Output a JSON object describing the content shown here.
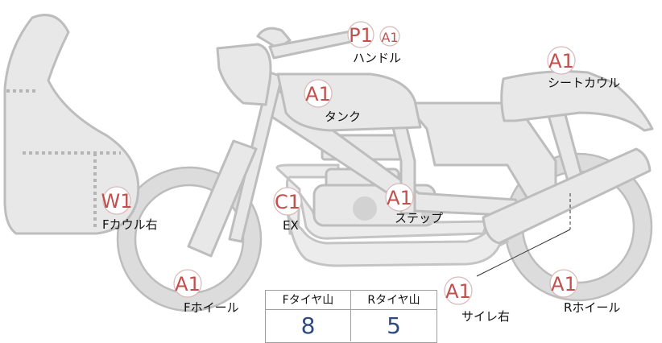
{
  "markers": [
    {
      "id": "handle-p1",
      "code": "P1",
      "part": "ハンドル"
    },
    {
      "id": "handle-a1",
      "code": "A1",
      "part": ""
    },
    {
      "id": "tank",
      "code": "A1",
      "part": "タンク"
    },
    {
      "id": "seat-cowl",
      "code": "A1",
      "part": "シートカウル"
    },
    {
      "id": "f-cowl-right",
      "code": "W1",
      "part": "Fカウル右"
    },
    {
      "id": "ex",
      "code": "C1",
      "part": "EX"
    },
    {
      "id": "step",
      "code": "A1",
      "part": "ステップ"
    },
    {
      "id": "f-wheel",
      "code": "A1",
      "part": "Fホイール"
    },
    {
      "id": "muffler-right",
      "code": "A1",
      "part": "サイレ右"
    },
    {
      "id": "r-wheel",
      "code": "A1",
      "part": "Rホイール"
    }
  ],
  "tread_table": {
    "front_header": "Fタイヤ山",
    "rear_header": "Rタイヤ山",
    "front_value": "8",
    "rear_value": "5"
  },
  "colors": {
    "badge_text": "#c0504d",
    "value_text": "#2f4a7f",
    "body_fill": "#e8e8e8"
  }
}
